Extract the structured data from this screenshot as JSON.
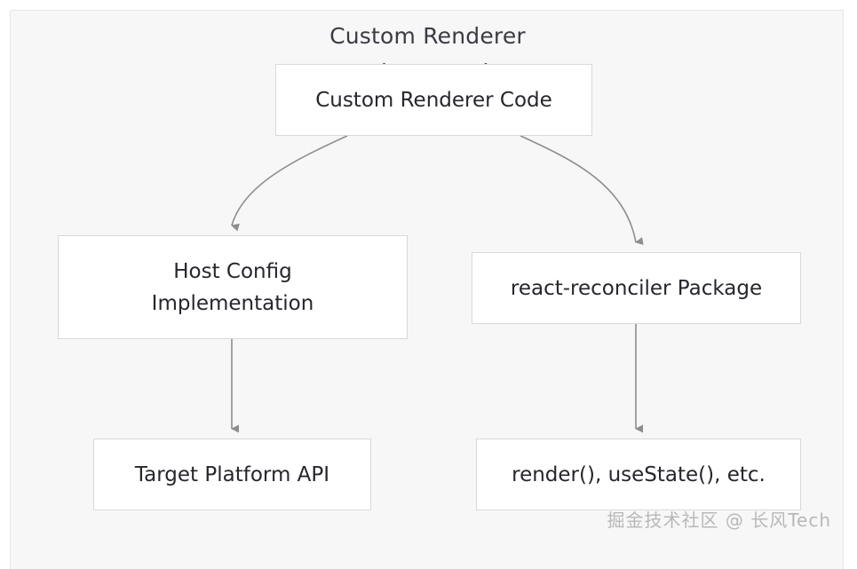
{
  "diagram": {
    "title": "Custom Renderer\nImplementation",
    "type": "flowchart",
    "background_color": "#f7f7f7",
    "node_fill_color": "#ffffff",
    "node_border_color": "#d9d9d9",
    "edge_color": "#8d8d8d",
    "text_color": "#26262c",
    "nodes": [
      {
        "id": "custom-renderer-code",
        "label": "Custom Renderer Code"
      },
      {
        "id": "host-config",
        "label": "Host Config\nImplementation"
      },
      {
        "id": "react-reconciler",
        "label": "react-reconciler Package"
      },
      {
        "id": "target-platform-api",
        "label": "Target Platform API"
      },
      {
        "id": "render-usestate",
        "label": "render(), useState(), etc."
      }
    ],
    "edges": [
      {
        "from": "custom-renderer-code",
        "to": "host-config",
        "style": "curved",
        "arrow": "down"
      },
      {
        "from": "custom-renderer-code",
        "to": "react-reconciler",
        "style": "curved",
        "arrow": "down"
      },
      {
        "from": "host-config",
        "to": "target-platform-api",
        "style": "straight",
        "arrow": "down"
      },
      {
        "from": "react-reconciler",
        "to": "render-usestate",
        "style": "straight",
        "arrow": "down"
      }
    ]
  },
  "watermark": {
    "text": "掘金技术社区 @ 长风Tech"
  }
}
